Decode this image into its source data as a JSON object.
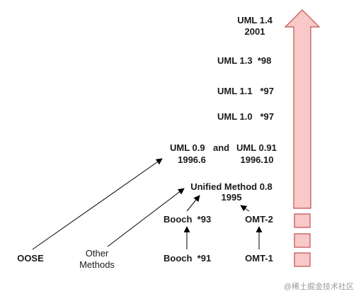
{
  "timeline": {
    "uml_14": "UML 1.4",
    "uml_14_year": "2001",
    "uml_13": "UML 1.3  *98",
    "uml_11": "UML 1.1   *97",
    "uml_10": "UML 1.0   *97",
    "uml_09": "UML 0.9",
    "and_word": "and",
    "uml_091": "UML 0.91",
    "uml_09_date": "1996.6",
    "uml_091_date": "1996.10",
    "unified": "Unified Method 0.8",
    "unified_year": "1995"
  },
  "sources": {
    "booch93": "Booch  *93",
    "omt2": "OMT-2",
    "booch91": "Booch  *91",
    "omt1": "OMT-1",
    "oose": "OOSE",
    "other_line1": "Other",
    "other_line2": "Methods"
  },
  "watermark": "@稀土掘金技术社区",
  "colors": {
    "arrow_fill": "#f9c8c8",
    "arrow_stroke": "#c0504d",
    "text": "#1a1a1a"
  }
}
